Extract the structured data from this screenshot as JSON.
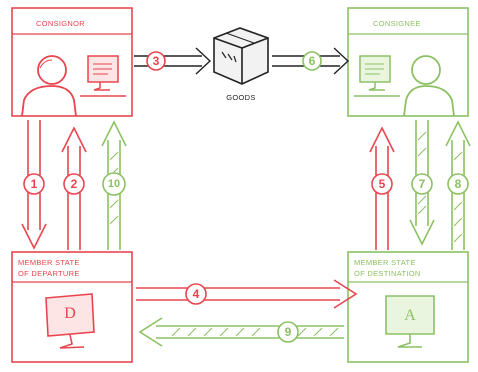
{
  "colors": {
    "red": "#e8454f",
    "green": "#8cc163",
    "dark": "#222222",
    "redLight": "#f08a90",
    "greenLight": "#b6d99a"
  },
  "boxes": {
    "consignor": "CONSIGNOR",
    "consignee": "CONSIGNEE",
    "departure_line1": "MEMBER STATE",
    "departure_line2": "OF DEPARTURE",
    "destination_line1": "MEMBER STATE",
    "destination_line2": "OF DESTINATION"
  },
  "goods_label": "GOODS",
  "screen_letters": {
    "departure": "D",
    "destination": "A"
  },
  "steps": {
    "s1": "1",
    "s2": "2",
    "s3": "3",
    "s4": "4",
    "s5": "5",
    "s6": "6",
    "s7": "7",
    "s8": "8",
    "s9": "9",
    "s10": "10"
  }
}
